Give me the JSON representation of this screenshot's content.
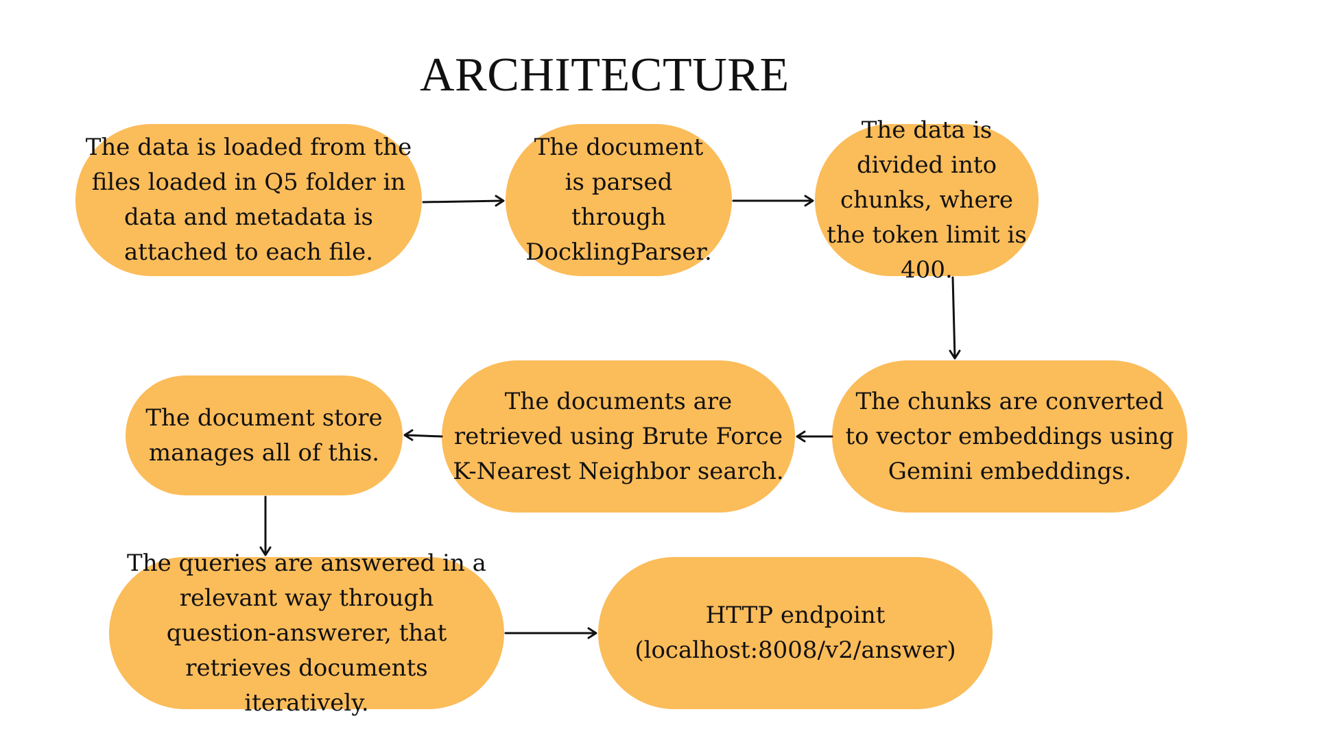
{
  "title": "ARCHITECTURE",
  "colors": {
    "node_fill": "#fbbc5a",
    "arrow": "#111111",
    "background": "#ffffff"
  },
  "nodes": {
    "load": "The data is loaded from  the files loaded in Q5 folder in data and metadata is attached to each file.",
    "parse": "The document is parsed through DocklingParser.",
    "chunk": "The data is divided into chunks, where the token limit is 400.",
    "embed": "The chunks are converted to vector embeddings using Gemini embeddings.",
    "retrieve": "The documents are retrieved using Brute Force K-Nearest Neighbor search.",
    "store": "The document store manages all of this.",
    "answer": "The queries are answered in a relevant way through question-answerer, that retrieves documents iteratively.",
    "endpoint": "HTTP endpoint (localhost:8008/v2/answer)"
  }
}
